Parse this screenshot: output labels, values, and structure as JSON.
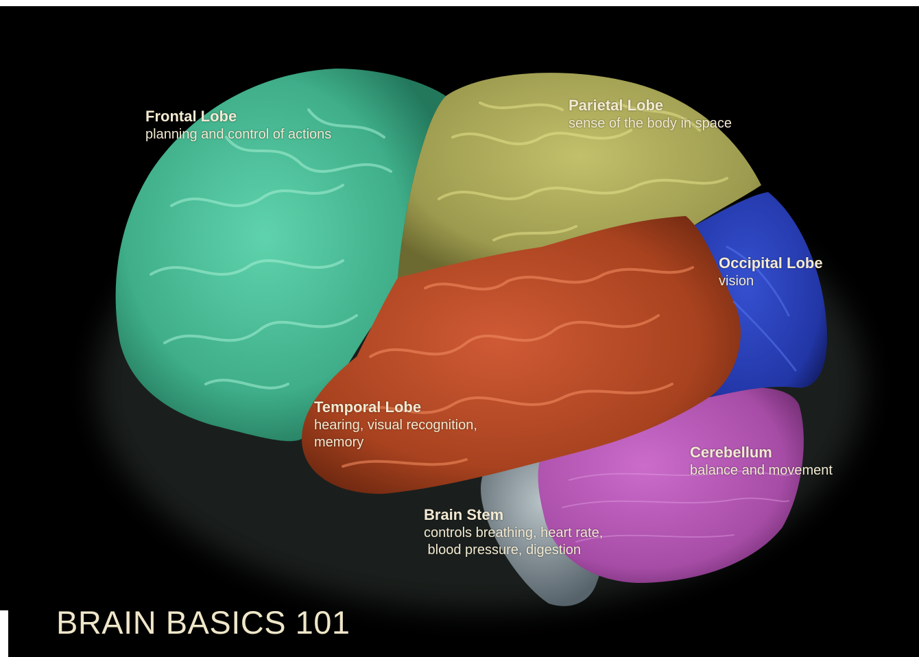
{
  "title": "BRAIN BASICS 101",
  "lobes": [
    {
      "name": "Frontal Lobe",
      "lines": [
        "planning and control of actions"
      ]
    },
    {
      "name": "Parietal Lobe",
      "lines": [
        "sense of the body in space"
      ]
    },
    {
      "name": "Occipital Lobe",
      "lines": [
        "vision"
      ]
    },
    {
      "name": "Temporal Lobe",
      "lines": [
        "hearing, visual recognition,",
        "memory"
      ]
    },
    {
      "name": "Cerebellum",
      "lines": [
        "balance and movement"
      ]
    },
    {
      "name": "Brain Stem",
      "lines": [
        "controls breathing, heart rate,",
        " blood pressure, digestion"
      ]
    }
  ],
  "colors": {
    "frontal": "#4fc29c",
    "parietal": "#a9a85a",
    "occipital": "#2a3fb8",
    "temporal": "#b5492b",
    "cerebellum": "#b357b3",
    "brainstem": "#9aa7ad",
    "label_text": "#f3ead2"
  }
}
